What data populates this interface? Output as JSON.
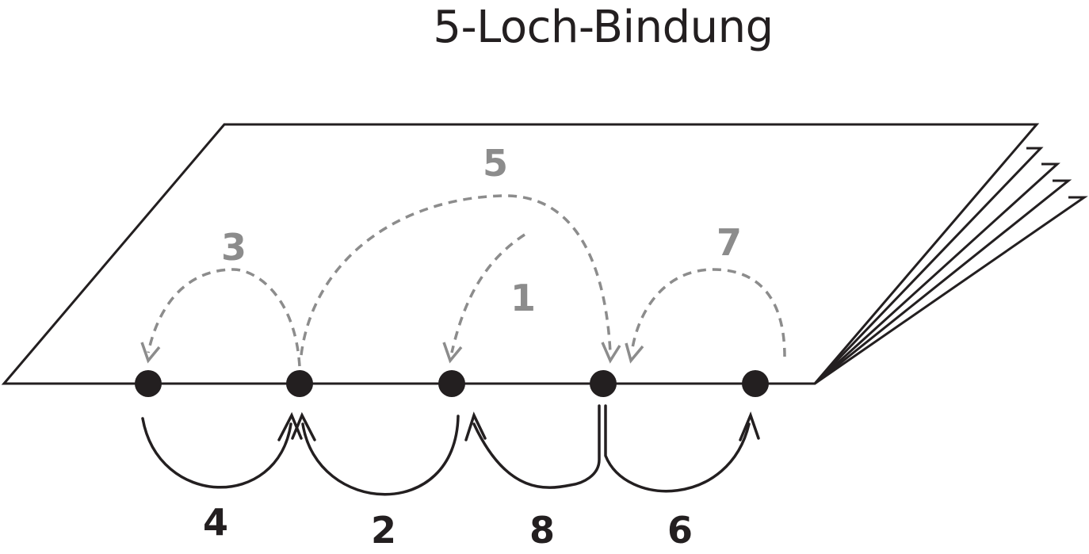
{
  "title": "5-Loch-Bindung",
  "colors": {
    "solid": "#231f20",
    "dashed": "#8c8c8c",
    "background": "#ffffff"
  },
  "holes_count": 5,
  "steps": [
    {
      "label": "1",
      "side": "top"
    },
    {
      "label": "2",
      "side": "bottom"
    },
    {
      "label": "3",
      "side": "top"
    },
    {
      "label": "4",
      "side": "bottom"
    },
    {
      "label": "5",
      "side": "top"
    },
    {
      "label": "6",
      "side": "bottom"
    },
    {
      "label": "7",
      "side": "top"
    },
    {
      "label": "8",
      "side": "bottom"
    }
  ]
}
